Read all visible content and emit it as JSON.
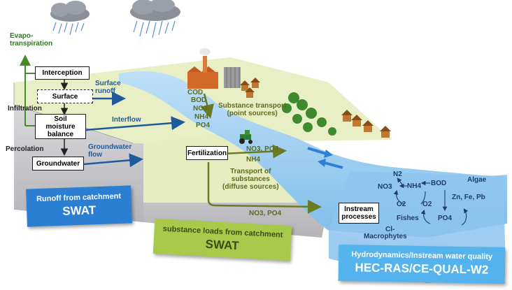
{
  "left_process": {
    "evapotranspiration": "Evapo-\ntranspiration",
    "interception": "Interception",
    "surface": "Surface",
    "infiltration": "Infiltration",
    "soil_moisture": "Soil\nmoisture\nbalance",
    "percolation": "Percolation",
    "groundwater": "Groundwater"
  },
  "flows": {
    "surface_runoff": "Surface\nrunoff",
    "interflow": "Interflow",
    "groundwater_flow": "Groundwater\nflow"
  },
  "point_sources": {
    "cod": "COD",
    "bod": "BOD",
    "no3": "NO3",
    "nh4": "NH4",
    "po4": "PO4",
    "label": "Substance transport\n(point sources)"
  },
  "field": {
    "fertilization": "Fertilization",
    "no3_po4": "NO3, PO4",
    "nh4": "NH4",
    "diffuse_label": "Transport of\nsubstances\n(diffuse sources)",
    "bottom_no3_po4": "NO3, PO4"
  },
  "instream": {
    "box_label": "Instream\nprocesses",
    "n2": "N2",
    "no3": "NO3",
    "nh4": "NH4",
    "bod": "BOD",
    "algae": "Algae",
    "o2_left": "O2",
    "o2_right": "O2",
    "metals": "Zn, Fe, Pb",
    "fishes": "Fishes",
    "po4": "PO4",
    "cl": "Cl-",
    "macrophytes": "Macrophytes"
  },
  "banners": {
    "runoff_title": "Runoff from catchment",
    "runoff_model": "SWAT",
    "loads_title": "substance loads from catchment",
    "loads_model": "SWAT",
    "hydro_title": "Hydrodynamics/Instream water quality",
    "hydro_model": "HEC-RAS/CE-QUAL-W2"
  },
  "colors": {
    "land_top": "#e9efc4",
    "block_side": "#c8c8cc",
    "water": "#a9d3f1",
    "water_deep": "#8ec4ee",
    "banner_blue": "#2b7fd3",
    "banner_green": "#a8c94a",
    "banner_lightblue": "#54b3ec",
    "arrow_blue": "#1f5a9a",
    "arrow_olive": "#6d7a25",
    "arrow_green": "#4a8a2a"
  }
}
